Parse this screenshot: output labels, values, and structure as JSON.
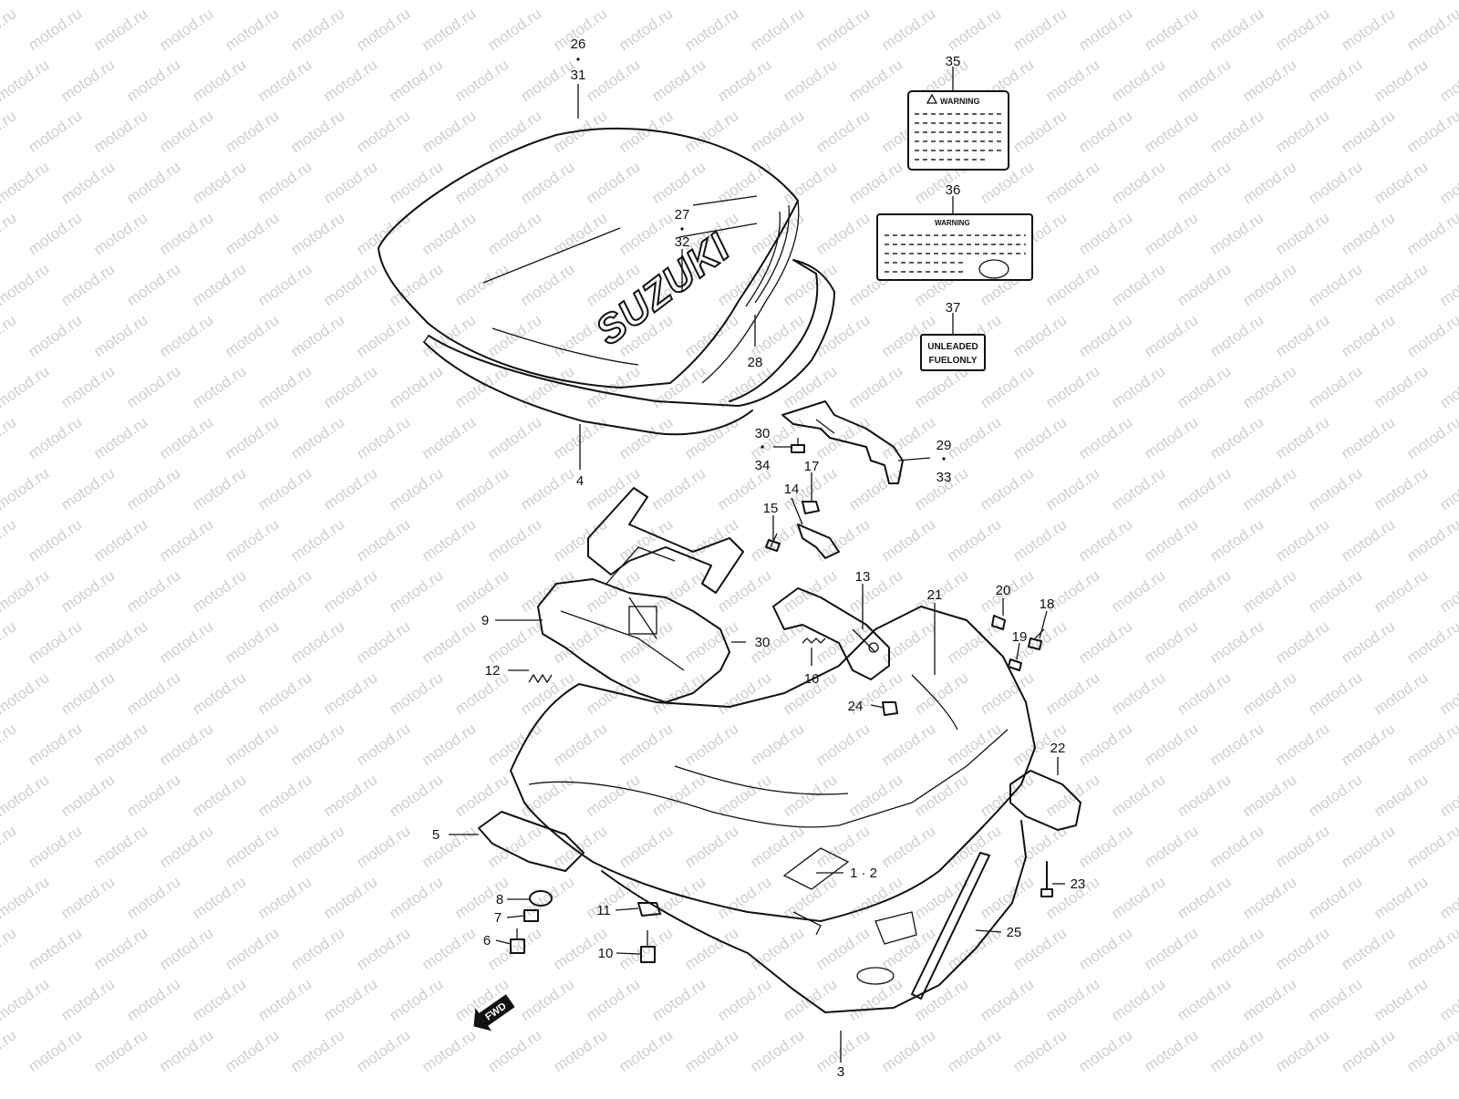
{
  "diagram": {
    "watermark": "motod.ru",
    "logo_text": "SUZUKI",
    "fwd_label": "FWD",
    "label_35_text": "WARNING",
    "label_36_text": "WARNING",
    "label_37_lines": [
      "UNLEADED",
      "FUELONLY"
    ],
    "callouts": [
      {
        "id": "c26",
        "text": "26"
      },
      {
        "id": "c31",
        "text": "31"
      },
      {
        "id": "c27",
        "text": "27"
      },
      {
        "id": "c32",
        "text": "32"
      },
      {
        "id": "c28",
        "text": "28"
      },
      {
        "id": "c4",
        "text": "4"
      },
      {
        "id": "c35",
        "text": "35"
      },
      {
        "id": "c36",
        "text": "36"
      },
      {
        "id": "c37",
        "text": "37"
      },
      {
        "id": "c30a",
        "text": "30"
      },
      {
        "id": "c34",
        "text": "34"
      },
      {
        "id": "c17",
        "text": "17"
      },
      {
        "id": "c29",
        "text": "29"
      },
      {
        "id": "c33",
        "text": "33"
      },
      {
        "id": "c14",
        "text": "14"
      },
      {
        "id": "c15",
        "text": "15"
      },
      {
        "id": "c13",
        "text": "13"
      },
      {
        "id": "c21",
        "text": "21"
      },
      {
        "id": "c20",
        "text": "20"
      },
      {
        "id": "c18",
        "text": "18"
      },
      {
        "id": "c19",
        "text": "19"
      },
      {
        "id": "c9",
        "text": "9"
      },
      {
        "id": "c30b",
        "text": "30"
      },
      {
        "id": "c12",
        "text": "12"
      },
      {
        "id": "c16",
        "text": "16"
      },
      {
        "id": "c24",
        "text": "24"
      },
      {
        "id": "c22",
        "text": "22"
      },
      {
        "id": "c5",
        "text": "5"
      },
      {
        "id": "c12b",
        "text": "1 · 2"
      },
      {
        "id": "c23",
        "text": "23"
      },
      {
        "id": "c8",
        "text": "8"
      },
      {
        "id": "c7",
        "text": "7"
      },
      {
        "id": "c6",
        "text": "6"
      },
      {
        "id": "c11",
        "text": "11"
      },
      {
        "id": "c10",
        "text": "10"
      },
      {
        "id": "c25",
        "text": "25"
      },
      {
        "id": "c3",
        "text": "3"
      }
    ]
  }
}
